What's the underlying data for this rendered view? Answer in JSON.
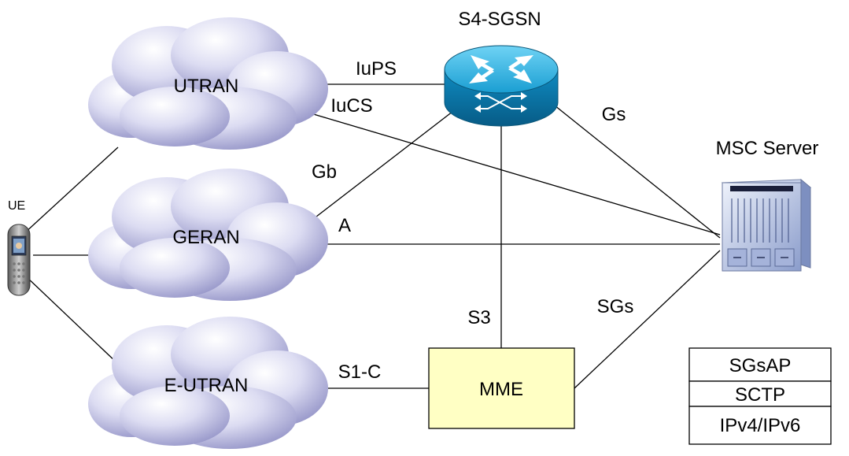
{
  "nodes": {
    "ue": "UE",
    "utran": "UTRAN",
    "geran": "GERAN",
    "eutran": "E-UTRAN",
    "sgsn": "S4-SGSN",
    "msc": "MSC Server",
    "mme": "MME"
  },
  "links": {
    "iups": "IuPS",
    "iucs": "IuCS",
    "gs": "Gs",
    "gb": "Gb",
    "a": "A",
    "s3": "S3",
    "sgs": "SGs",
    "s1c": "S1-C"
  },
  "protocol_stack": [
    "SGsAP",
    "SCTP",
    "IPv4/IPv6"
  ],
  "colors": {
    "cloud_light": "#eeeef9",
    "cloud_dark": "#9494c8",
    "router_top": "#2fb6e6",
    "router_side": "#0a6f9f",
    "mme_fill": "#ffffc4",
    "server_light": "#dfe6f4",
    "server_dark": "#7d8fc0"
  }
}
